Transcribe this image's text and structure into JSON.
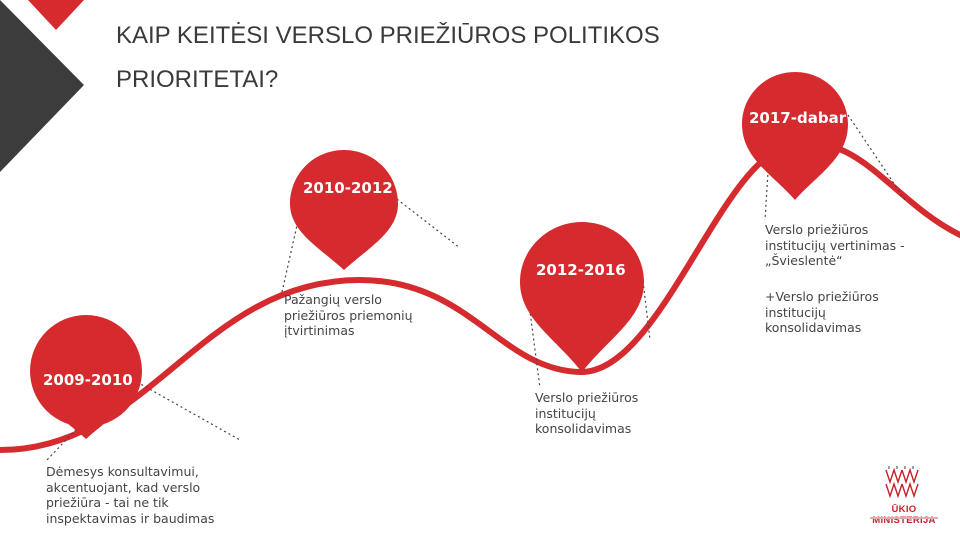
{
  "title": {
    "line1": "KAIP KEITĖSI VERSLO PRIEŽIŪROS POLITIKOS",
    "line2": "PRIORITETAI?"
  },
  "colors": {
    "accent": "#d52b2f",
    "dark_shape": "#3c3c3c",
    "wave": "#d52b2f",
    "dotted_line": "#444444",
    "text": "#444444"
  },
  "milestones": [
    {
      "period": "2009-2010",
      "description": [
        "Dėmesys konsultavimui,",
        "akcentuojant, kad verslo",
        "priežiūra - tai ne tik",
        "inspektavimas ir baudimas"
      ]
    },
    {
      "period": "2010-2012",
      "description": [
        "Pažangių verslo",
        "priežiūros priemonių",
        "įtvirtinimas"
      ]
    },
    {
      "period": "2012-2016",
      "description": [
        "Verslo priežiūros",
        "institucijų",
        "konsolidavimas"
      ]
    },
    {
      "period": "2017-dabar",
      "description": [
        "Verslo priežiūros",
        "institucijų vertinimas -",
        "„Švieslentė“"
      ],
      "description_extra": [
        "+Verslo priežiūros",
        "institucijų",
        "konsolidavimas"
      ]
    }
  ],
  "logo": {
    "text": "ŪKIO MINISTERIJA",
    "icon": "ministry-crest-icon"
  }
}
